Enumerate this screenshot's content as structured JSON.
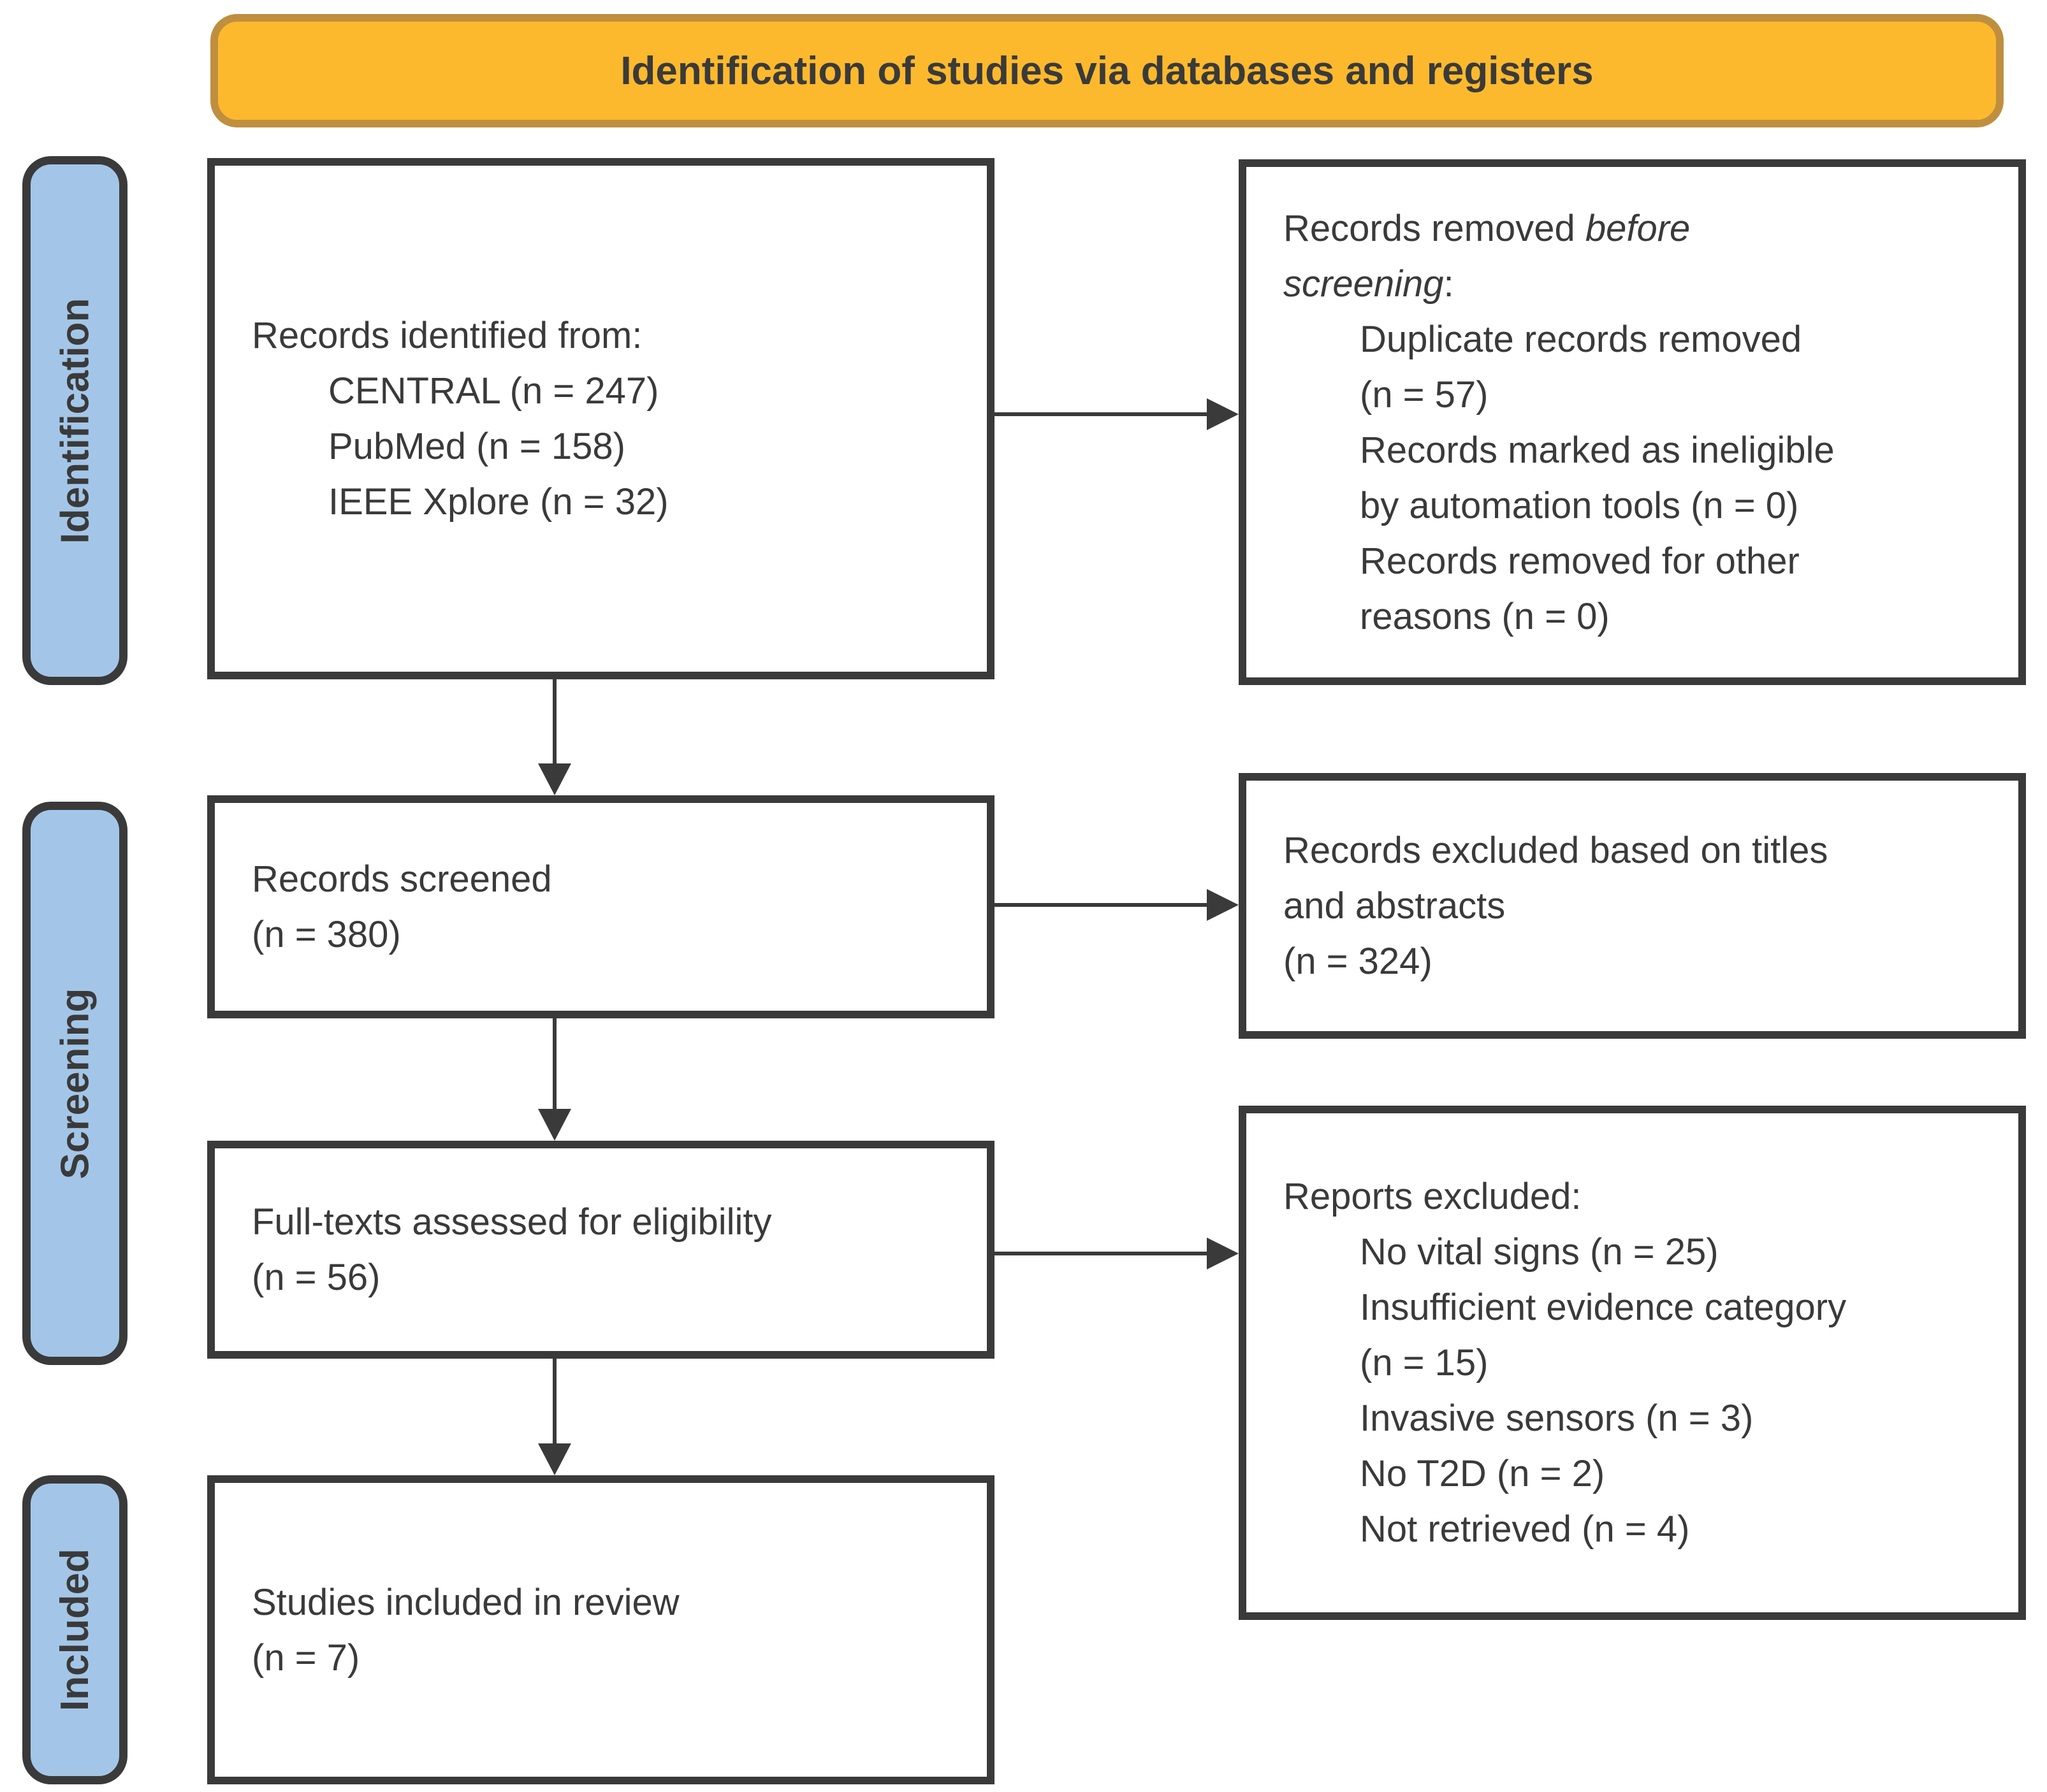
{
  "colors": {
    "box_border": "#3A3A3A",
    "text": "#3A3A3A",
    "title_fill": "#FDB92D",
    "title_border": "#BF8F3F",
    "stage_fill": "#A3C6E8",
    "arrow": "#3A3A3A"
  },
  "title": "Identification of studies via databases and registers",
  "stages": [
    {
      "id": "identification",
      "label": "Identification"
    },
    {
      "id": "screening",
      "label": "Screening"
    },
    {
      "id": "included",
      "label": "Included"
    }
  ],
  "flow_boxes": [
    {
      "id": "records-identified",
      "lines": [
        {
          "indent": 0,
          "parts": [
            {
              "text": "Records identified from:"
            }
          ]
        },
        {
          "indent": 1,
          "parts": [
            {
              "text": "CENTRAL (n = 247)"
            }
          ]
        },
        {
          "indent": 1,
          "parts": [
            {
              "text": "PubMed (n = 158)"
            }
          ]
        },
        {
          "indent": 1,
          "parts": [
            {
              "text": "IEEE Xplore (n = 32)"
            }
          ]
        }
      ]
    },
    {
      "id": "records-removed-before-screening",
      "lines": [
        {
          "indent": 0,
          "parts": [
            {
              "text": "Records removed "
            },
            {
              "text": "before",
              "italic": true
            }
          ]
        },
        {
          "indent": 0,
          "parts": [
            {
              "text": "screening",
              "italic": true
            },
            {
              "text": ":"
            }
          ]
        },
        {
          "indent": 1,
          "parts": [
            {
              "text": "Duplicate records removed"
            }
          ]
        },
        {
          "indent": 1,
          "parts": [
            {
              "text": "(n = 57)"
            }
          ]
        },
        {
          "indent": 1,
          "parts": [
            {
              "text": "Records marked as ineligible"
            }
          ]
        },
        {
          "indent": 1,
          "parts": [
            {
              "text": "by automation tools (n = 0)"
            }
          ]
        },
        {
          "indent": 1,
          "parts": [
            {
              "text": "Records removed for other"
            }
          ]
        },
        {
          "indent": 1,
          "parts": [
            {
              "text": "reasons (n = 0)"
            }
          ]
        }
      ]
    },
    {
      "id": "records-screened",
      "lines": [
        {
          "indent": 0,
          "parts": [
            {
              "text": "Records screened"
            }
          ]
        },
        {
          "indent": 0,
          "parts": [
            {
              "text": "(n = 380)"
            }
          ]
        }
      ]
    },
    {
      "id": "records-excluded-titles-abstracts",
      "lines": [
        {
          "indent": 0,
          "parts": [
            {
              "text": "Records excluded based on titles"
            }
          ]
        },
        {
          "indent": 0,
          "parts": [
            {
              "text": "and abstracts"
            }
          ]
        },
        {
          "indent": 0,
          "parts": [
            {
              "text": "(n = 324)"
            }
          ]
        }
      ]
    },
    {
      "id": "fulltexts-assessed",
      "lines": [
        {
          "indent": 0,
          "parts": [
            {
              "text": "Full-texts assessed for eligibility"
            }
          ]
        },
        {
          "indent": 0,
          "parts": [
            {
              "text": "(n = 56)"
            }
          ]
        }
      ]
    },
    {
      "id": "reports-excluded",
      "lines": [
        {
          "indent": 0,
          "parts": [
            {
              "text": "Reports excluded:"
            }
          ]
        },
        {
          "indent": 1,
          "parts": [
            {
              "text": "No vital signs (n = 25)"
            }
          ]
        },
        {
          "indent": 1,
          "parts": [
            {
              "text": "Insufficient evidence category"
            }
          ]
        },
        {
          "indent": 1,
          "parts": [
            {
              "text": "(n = 15)"
            }
          ]
        },
        {
          "indent": 1,
          "parts": [
            {
              "text": "Invasive sensors (n = 3)"
            }
          ]
        },
        {
          "indent": 1,
          "parts": [
            {
              "text": "No T2D (n = 2)"
            }
          ]
        },
        {
          "indent": 1,
          "parts": [
            {
              "text": "Not retrieved (n = 4)"
            }
          ]
        }
      ]
    },
    {
      "id": "studies-included",
      "lines": [
        {
          "indent": 0,
          "parts": [
            {
              "text": "Studies included in review"
            }
          ]
        },
        {
          "indent": 0,
          "parts": [
            {
              "text": "(n = 7)"
            }
          ]
        }
      ]
    }
  ]
}
